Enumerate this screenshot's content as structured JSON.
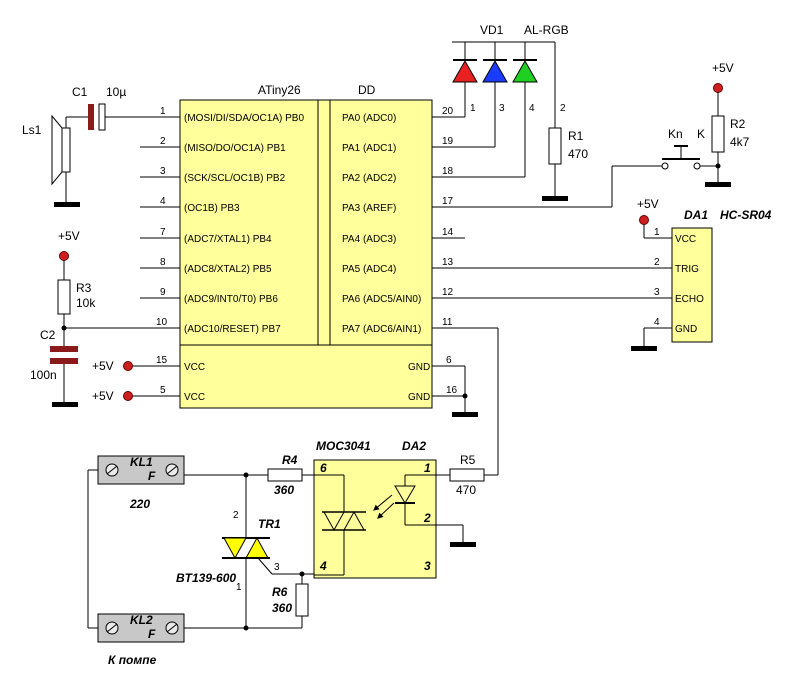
{
  "colors": {
    "chip_fill": "#ffff9c",
    "power_terminal": "#cc2020",
    "capacitor": "#8b1a1a",
    "led_red": "#e82020",
    "led_blue": "#1a3cff",
    "led_green": "#20d020",
    "terminal_block": "#c8c8c8"
  },
  "mcu": {
    "name": "ATiny26",
    "ref": "DD",
    "left_pins": [
      {
        "num": "1",
        "label": "(MOSI/DI/SDA/OC1A) PB0"
      },
      {
        "num": "2",
        "label": "(MISO/DO/OC1A) PB1"
      },
      {
        "num": "3",
        "label": "(SCK/SCL/OC1B) PB2"
      },
      {
        "num": "4",
        "label": "(OC1B) PB3"
      },
      {
        "num": "7",
        "label": "(ADC7/XTAL1) PB4"
      },
      {
        "num": "8",
        "label": "(ADC8/XTAL2) PB5"
      },
      {
        "num": "9",
        "label": "(ADC9/INT0/T0) PB6"
      },
      {
        "num": "10",
        "label": "(ADC10/RESET) PB7"
      },
      {
        "num": "15",
        "label": "VCC"
      },
      {
        "num": "5",
        "label": "VCC"
      }
    ],
    "right_pins": [
      {
        "num": "20",
        "label": "PA0 (ADC0)"
      },
      {
        "num": "19",
        "label": "PA1 (ADC1)"
      },
      {
        "num": "18",
        "label": "PA2 (ADC2)"
      },
      {
        "num": "17",
        "label": "PA3 (AREF)"
      },
      {
        "num": "14",
        "label": "PA4 (ADC3)"
      },
      {
        "num": "13",
        "label": "PA5 (ADC4)"
      },
      {
        "num": "12",
        "label": "PA6 (ADC5/AIN0)"
      },
      {
        "num": "11",
        "label": "PA7 (ADC6/AIN1)"
      },
      {
        "num": "6",
        "label": "GND"
      },
      {
        "num": "16",
        "label": "GND"
      }
    ]
  },
  "led": {
    "ref": "VD1",
    "type": "AL-RGB",
    "pins": [
      "1",
      "3",
      "4",
      "2"
    ]
  },
  "components": {
    "speaker": "Ls1",
    "c1": {
      "ref": "C1",
      "value": "10µ"
    },
    "c2": {
      "ref": "C2",
      "value": "100n"
    },
    "r1": {
      "ref": "R1",
      "value": "470"
    },
    "r2": {
      "ref": "R2",
      "value": "4k7"
    },
    "r3": {
      "ref": "R3",
      "value": "10k"
    },
    "r4": {
      "ref": "R4",
      "value": "360"
    },
    "r5": {
      "ref": "R5",
      "value": "470"
    },
    "r6": {
      "ref": "R6",
      "value": "360"
    },
    "button": {
      "ref": "Kn",
      "label": "K"
    },
    "power": "+5V",
    "vcc_label": "+5V"
  },
  "sensor": {
    "ref": "DA1",
    "name": "HC-SR04",
    "pins": [
      {
        "num": "1",
        "label": "VCC"
      },
      {
        "num": "2",
        "label": "TRIG"
      },
      {
        "num": "3",
        "label": "ECHO"
      },
      {
        "num": "4",
        "label": "GND"
      }
    ]
  },
  "optocoupler": {
    "name": "MOC3041",
    "ref": "DA2",
    "pins": [
      "1",
      "2",
      "3",
      "4",
      "6"
    ]
  },
  "triac": {
    "ref": "TR1",
    "part": "BT139-600",
    "pins": [
      "1",
      "2",
      "3"
    ]
  },
  "terminals": {
    "kl1": {
      "ref": "KL1",
      "pin": "F"
    },
    "kl2": {
      "ref": "KL2",
      "pin": "F"
    },
    "mains_label": "220",
    "pump_label": "К помпе"
  }
}
